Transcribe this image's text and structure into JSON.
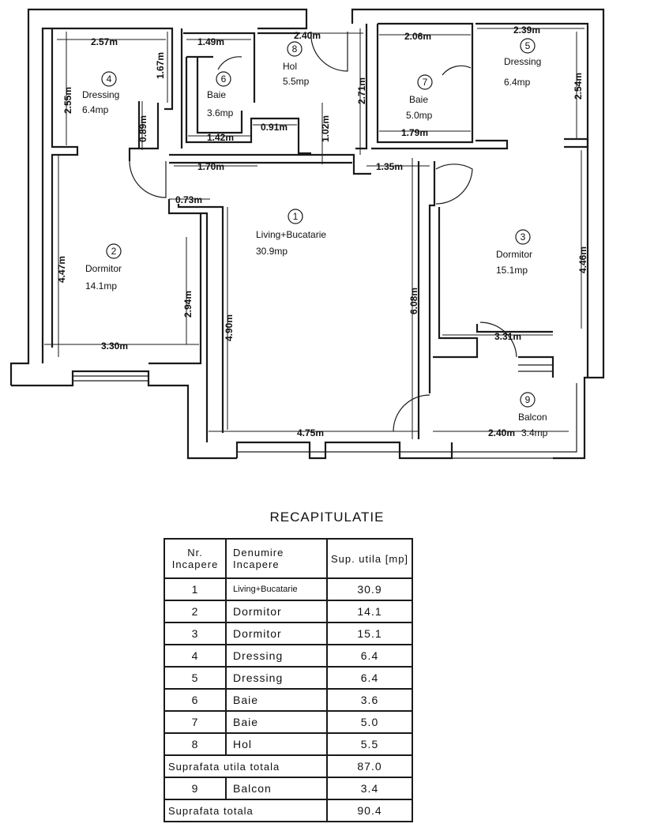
{
  "rooms": [
    {
      "num": "1",
      "name": "Living+Bucatarie",
      "area": "30.9mp"
    },
    {
      "num": "2",
      "name": "Dormitor",
      "area": "14.1mp"
    },
    {
      "num": "3",
      "name": "Dormitor",
      "area": "15.1mp"
    },
    {
      "num": "4",
      "name": "Dressing",
      "area": "6.4mp"
    },
    {
      "num": "5",
      "name": "Dressing",
      "area": "6.4mp"
    },
    {
      "num": "6",
      "name": "Baie",
      "area": "3.6mp"
    },
    {
      "num": "7",
      "name": "Baie",
      "area": "5.0mp"
    },
    {
      "num": "8",
      "name": "Hol",
      "area": "5.5mp"
    },
    {
      "num": "9",
      "name": "Balcon",
      "area": "3.4mp"
    }
  ],
  "dimensions": [
    "2.57m",
    "1.49m",
    "2.40m",
    "2.06m",
    "2.39m",
    "2.55m",
    "1.67m",
    "0.89m",
    "1.42m",
    "0.91m",
    "1.02m",
    "2.71m",
    "1.79m",
    "2.54m",
    "1.70m",
    "1.35m",
    "0.73m",
    "4.47m",
    "2.94m",
    "3.30m",
    "4.90m",
    "6.08m",
    "4.46m",
    "3.31m",
    "4.75m",
    "2.40m"
  ],
  "recap": {
    "title": "RECAPITULATIE",
    "headers": {
      "nr": "Nr. Incapere",
      "name": "Denumire Incapere",
      "area": "Sup. utila [mp]"
    },
    "rows": [
      {
        "nr": "1",
        "name": "Living+Bucatarie",
        "area": "30.9"
      },
      {
        "nr": "2",
        "name": "Dormitor",
        "area": "14.1"
      },
      {
        "nr": "3",
        "name": "Dormitor",
        "area": "15.1"
      },
      {
        "nr": "4",
        "name": "Dressing",
        "area": "6.4"
      },
      {
        "nr": "5",
        "name": "Dressing",
        "area": "6.4"
      },
      {
        "nr": "6",
        "name": "Baie",
        "area": "3.6"
      },
      {
        "nr": "7",
        "name": "Baie",
        "area": "5.0"
      },
      {
        "nr": "8",
        "name": "Hol",
        "area": "5.5"
      }
    ],
    "util_total_label": "Suprafata utila totala",
    "util_total_value": "87.0",
    "balcony_row": {
      "nr": "9",
      "name": "Balcon",
      "area": "3.4"
    },
    "total_label": "Suprafata totala",
    "total_value": "90.4"
  }
}
